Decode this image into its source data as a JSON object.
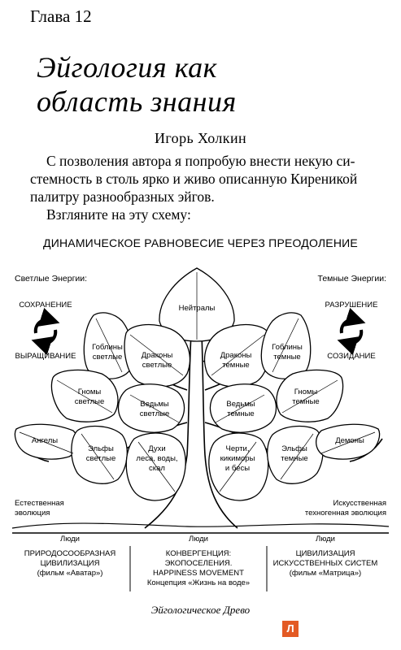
{
  "chapter": "Глава 12",
  "title_line1": "Эйгология как",
  "title_line2": "область знания",
  "author": "Игорь Холкин",
  "paragraph1_line1": "С позволения автора я попробую внести некую си-",
  "paragraph1_line2": "стемность в столь ярко и живо описанную Киреникой",
  "paragraph1_line3": "палитру разнообразных эйгов.",
  "paragraph2": "Взгляните на эту схему:",
  "scheme_title": "ДИНАМИЧЕСКОЕ РАВНОВЕСИЕ ЧЕРЕЗ ПРЕОДОЛЕНИЕ",
  "left_header": "Светлые Энергии:",
  "right_header": "Темные Энергии:",
  "left_cycle_top": "СОХРАНЕНИЕ",
  "left_cycle_bottom": "ВЫРАЩИВАНИЕ",
  "right_cycle_top": "РАЗРУШЕНИЕ",
  "right_cycle_bottom": "СОЗИДАНИЕ",
  "leaves": {
    "neutrals": "Нейтралы",
    "goblins_light_1": "Гоблины",
    "goblins_light_2": "светлые",
    "dragons_light_1": "Драконы",
    "dragons_light_2": "светлые",
    "dragons_dark_1": "Драконы",
    "dragons_dark_2": "темные",
    "goblins_dark_1": "Гоблины",
    "goblins_dark_2": "темные",
    "gnomes_light_1": "Гномы",
    "gnomes_light_2": "светлые",
    "witches_light_1": "Ведьмы",
    "witches_light_2": "светлые",
    "witches_dark_1": "Ведьмы",
    "witches_dark_2": "темные",
    "gnomes_dark_1": "Гномы",
    "gnomes_dark_2": "темные",
    "angels": "Ангелы",
    "elves_light_1": "Эльфы",
    "elves_light_2": "светлые",
    "spirits_1": "Духи",
    "spirits_2": "леса, воды,",
    "spirits_3": "скал",
    "devils_1": "Черти,",
    "devils_2": "кикиморы",
    "devils_3": "и бесы",
    "elves_dark_1": "Эльфы",
    "elves_dark_2": "темные",
    "demons": "Демоны"
  },
  "left_evolution_1": "Естественная",
  "left_evolution_2": "эволюция",
  "right_evolution_1": "Искусственная",
  "right_evolution_2": "техногенная эволюция",
  "people_left": "Люди",
  "people_center": "Люди",
  "people_right": "Люди",
  "col1_line1": "ПРИРОДОСООБРАЗНАЯ",
  "col1_line2": "ЦИВИЛИЗАЦИЯ",
  "col1_line3": "(фильм «Аватар»)",
  "col2_line1": "КОНВЕРГЕНЦИЯ:",
  "col2_line2": "ЭКОПОСЕЛЕНИЯ.",
  "col2_line3": "HAPPINESS MOVEMENT",
  "col2_line4": "Концепция «Жизнь на воде»",
  "col3_line1": "ЦИВИЛИЗАЦИЯ",
  "col3_line2": "ИСКУССТВЕННЫХ СИСТЕМ",
  "col3_line3": "(фильм «Матрица»)",
  "caption": "Эйгологическое Древо",
  "logo_letter": "Л",
  "logo_color": "#e35a24"
}
